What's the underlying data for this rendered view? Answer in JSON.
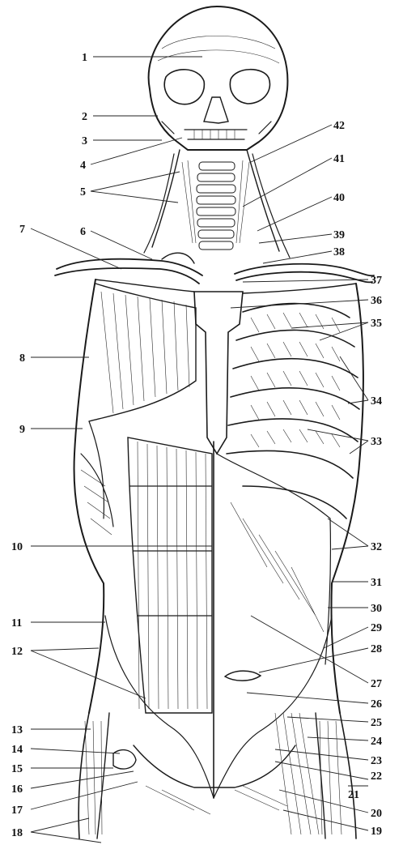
{
  "figure": {
    "labels": [
      "1",
      "2",
      "3",
      "4",
      "5",
      "6",
      "7",
      "8",
      "9",
      "10",
      "11",
      "12",
      "13",
      "14",
      "15",
      "16",
      "17",
      "18",
      "19",
      "20",
      "21",
      "22",
      "23",
      "24",
      "25",
      "26",
      "27",
      "28",
      "29",
      "30",
      "31",
      "32",
      "33",
      "34",
      "35",
      "36",
      "37",
      "38",
      "39",
      "40",
      "41",
      "42"
    ]
  }
}
